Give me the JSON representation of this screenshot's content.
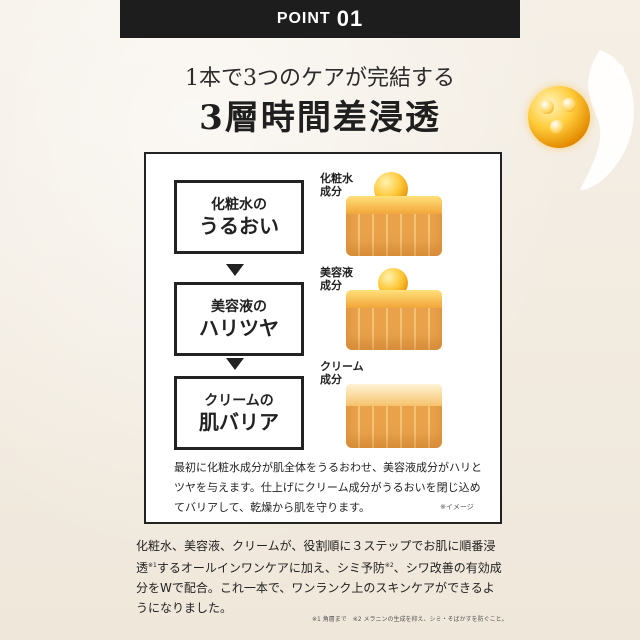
{
  "point": {
    "word": "POINT",
    "number": "01"
  },
  "headline": {
    "line1": "1本で3つのケアが完結する",
    "line2": "3層時間差浸透"
  },
  "steps": [
    {
      "line1": "化粧水の",
      "line2": "うるおい",
      "layer_label_1": "化粧水",
      "layer_label_2": "成分"
    },
    {
      "line1": "美容液の",
      "line2": "ハリツヤ",
      "layer_label_1": "美容液",
      "layer_label_2": "成分"
    },
    {
      "line1": "クリームの",
      "line2": "肌バリア",
      "layer_label_1": "クリーム",
      "layer_label_2": "成分"
    }
  ],
  "caption": "最初に化粧水成分が肌全体をうるおわせ、美容液成分がハリとツヤを与えます。仕上げにクリーム成分がうるおいを閉じ込めてバリアして、乾燥から肌を守ります。",
  "image_note": "※イメージ",
  "body": {
    "part1": "化粧水、美容液、クリームが、役割順に３ステップでお肌に順番浸透",
    "sup1": "※1",
    "part2": "するオールインワンケアに加え、シミ予防",
    "sup2": "※2",
    "part3": "、シワ改善の有効成分をWで配合。これ一本で、ワンランク上のスキンケアができるようになりました。"
  },
  "footnote": "※1 角層まで　※2 メラニンの生成を抑え、シミ・そばかすを防ぐこと。",
  "colors": {
    "bar": "#1d1d1d",
    "gold": "#f2a53a",
    "background": "#f3ede3"
  }
}
